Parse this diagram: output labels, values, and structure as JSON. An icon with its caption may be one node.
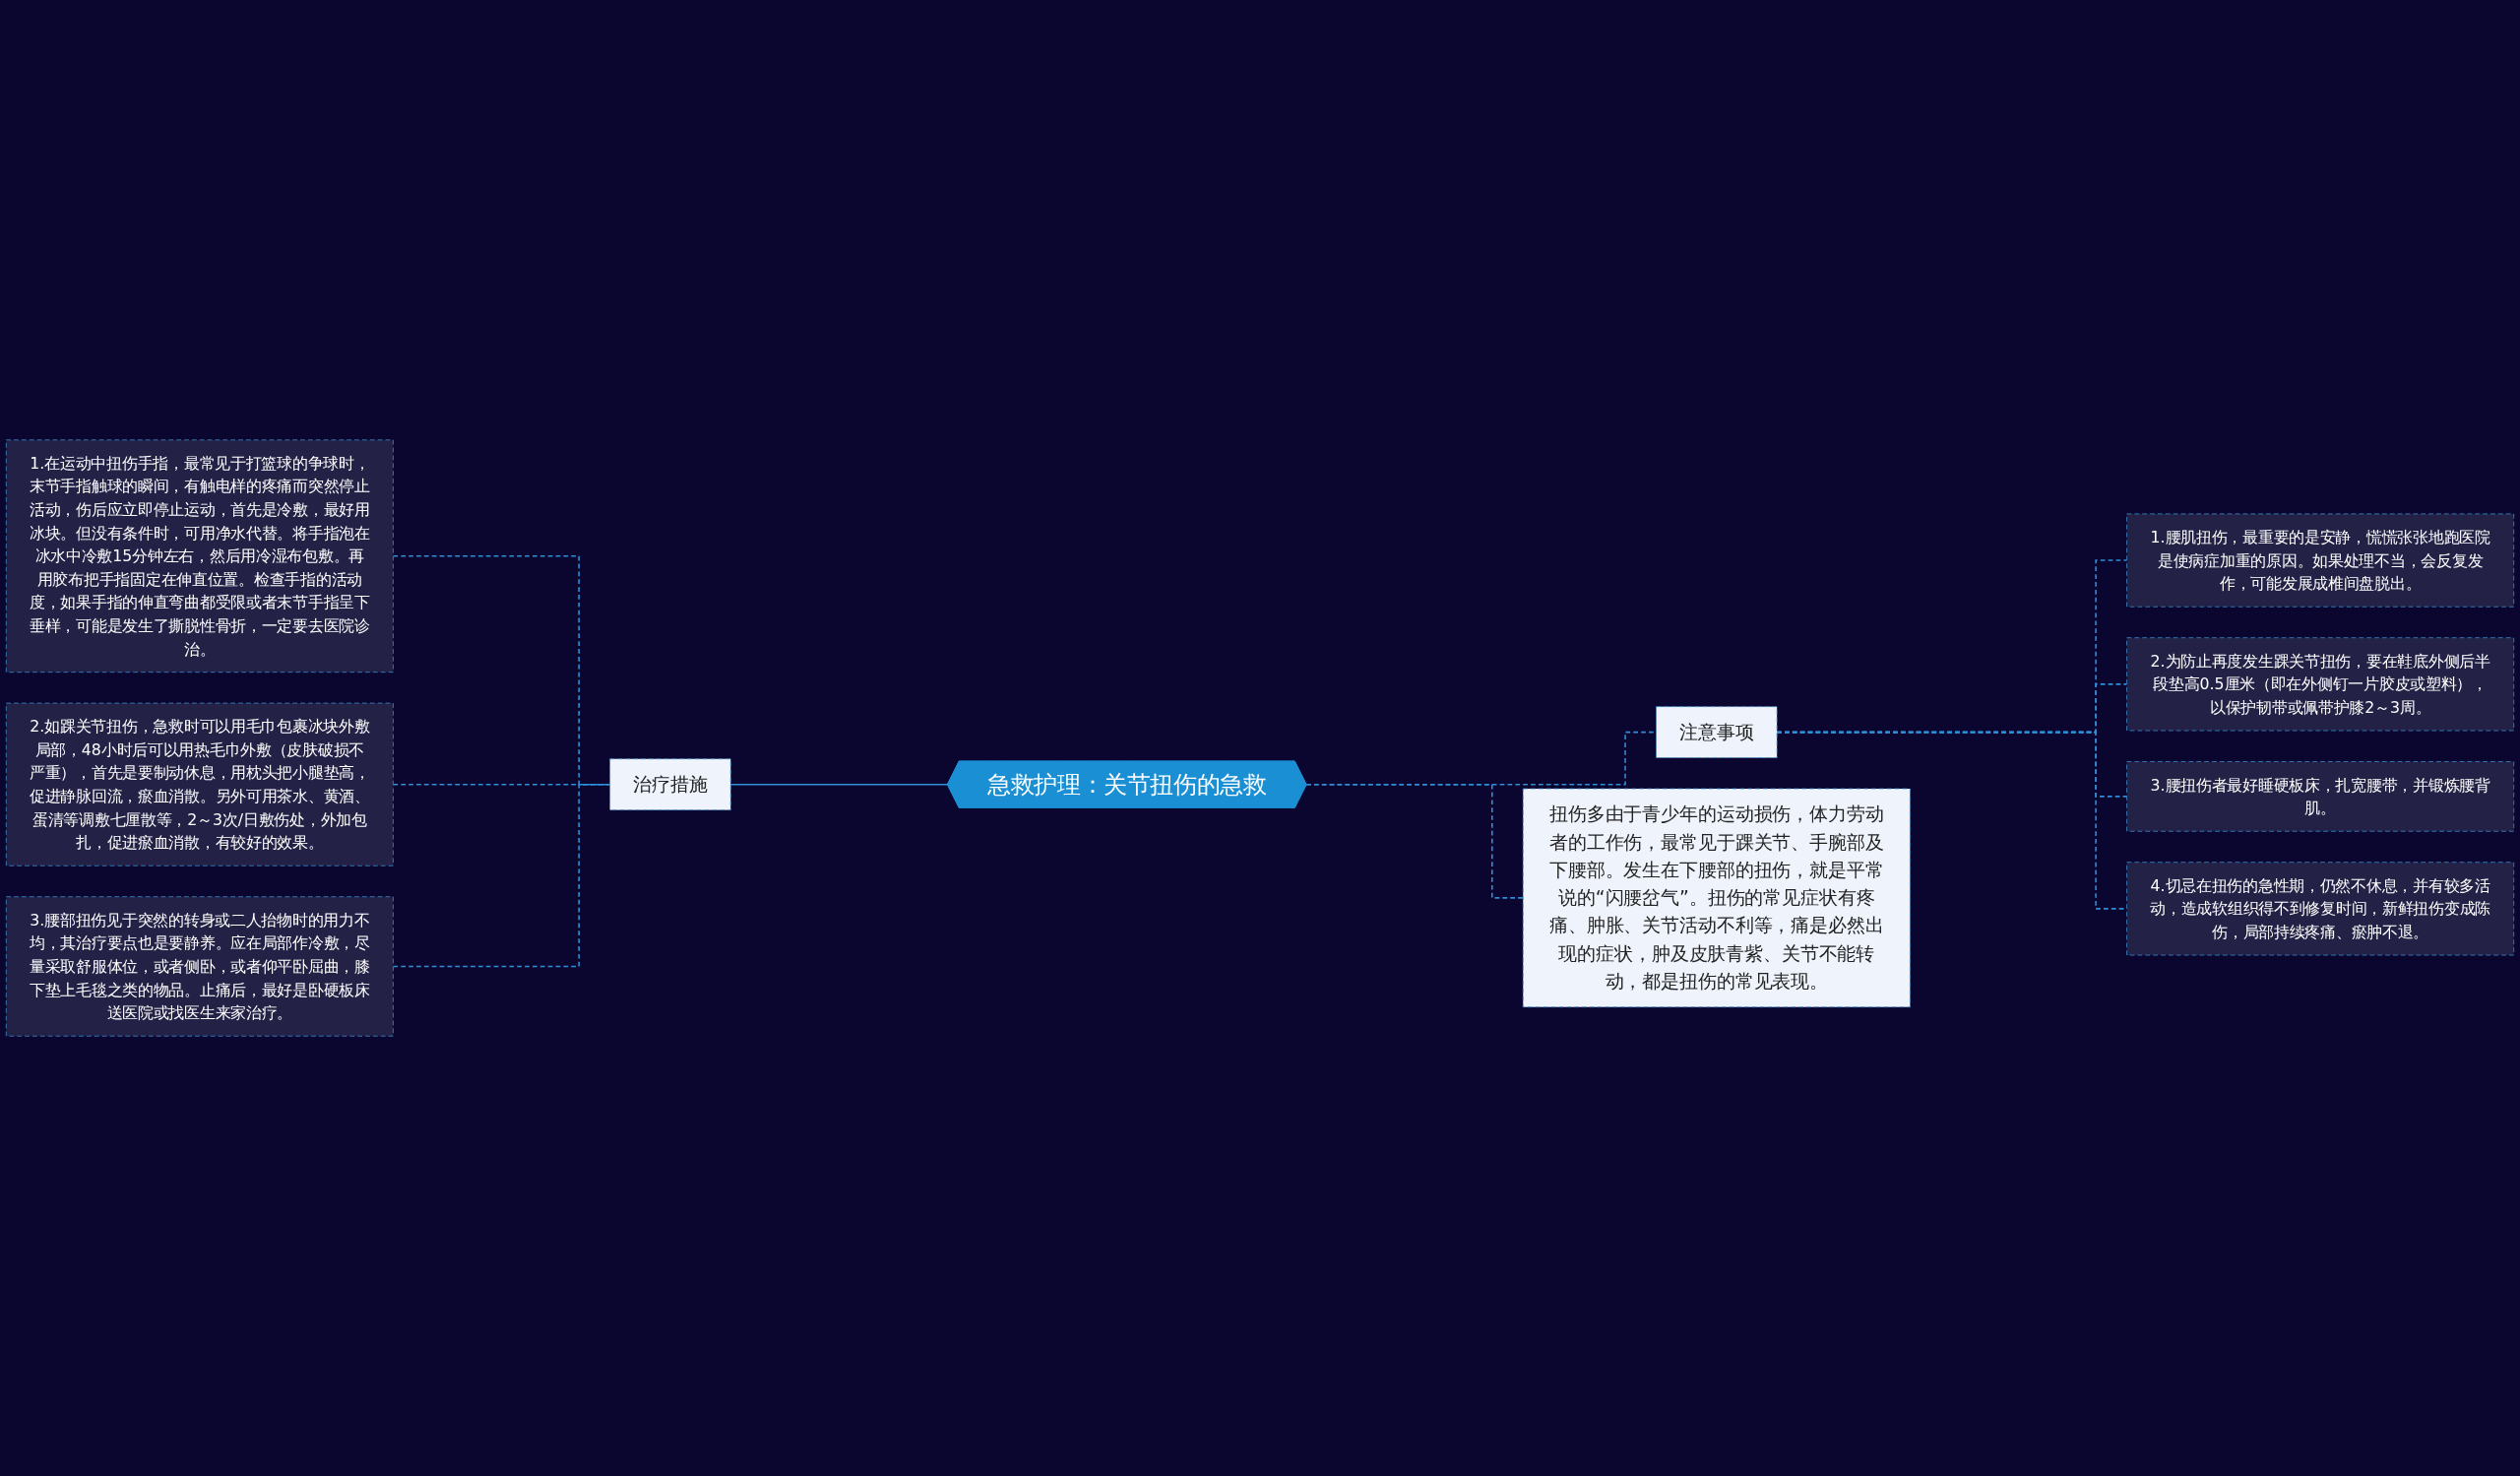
{
  "diagram": {
    "nodes": [
      {
        "text": [
          "急救护理：关节扭伤的急救"
        ]
      },
      {
        "text": [
          "治疗措施"
        ]
      },
      {
        "text": [
          "1.在运动中扭伤手指，最常见于打篮球的争球时，末节手指触球的瞬间，有触电样的疼痛而突然停止活动，伤后应立即停止运动，首先是冷敷，最好用冰块。但没有条件时，可用净水代替。将手指泡在冰水中冷敷15分钟左右，然后用冷湿布包敷。再用胶布把手指固定在伸直位置。检查手指的活动度，如果手指的伸直弯曲都受限或者末节手指呈下垂样，可能是发生了撕脱性骨折，一定要去医院诊治。"
        ]
      },
      {
        "text": [
          "2.如踝关节扭伤，急救时可以用毛巾包裹冰块外敷局部，48小时后可以用热毛巾外敷（皮肤破损不严重），首先是要制动休息，用枕头把小腿垫高，促进静脉回流，瘀血消散。另外可用茶水、黄酒、蛋清等调敷七厘散等，2～3次/日敷伤处，外加包扎，促进瘀血消散，有较好的效果。"
        ]
      },
      {
        "text": [
          "3.腰部扭伤见于突然的转身或二人抬物时的用力不均，其治疗要点也是要静养。应在局部作冷敷，尽量采取舒服体位，或者侧卧，或者仰平卧屈曲，膝下垫上毛毯之类的物品。止痛后，最好是卧硬板床送医院或找医生来家治疗。"
        ]
      },
      {
        "text": [
          "扭伤多由于青少年的运动损伤，体力劳动者的工作伤，最常见于踝关节、手腕部及下腰部。发生在下腰部的扭伤，就是平常说的“闪腰岔气”。扭伤的常见症状有疼痛、肿胀、关节活动不利等，痛是必然出现的症状，肿及皮肤青紫、关节不能转动，都是扭伤的常见表现。"
        ]
      },
      {
        "text": [
          "注意事项"
        ]
      },
      {
        "text": [
          "1.腰肌扭伤，最重要的是安静，慌慌张张地跑医院是使病症加重的原因。如果处理不当，会反复发作，可能发展成椎间盘脱出。"
        ]
      },
      {
        "text": [
          "2.为防止再度发生踝关节扭伤，要在鞋底外侧后半段垫高0.5厘米（即在外侧钉一片胶皮或塑料），以保护韧带或佩带护膝2～3周。"
        ]
      },
      {
        "text": [
          "3.腰扭伤者最好睡硬板床，扎宽腰带，并锻炼腰背肌。"
        ]
      },
      {
        "text": [
          "4.切忌在扭伤的急性期，仍然不休息，并有较多活动，造成软组织得不到修复时间，新鲜扭伤变成陈伤，局部持续疼痛、瘀肿不退。"
        ]
      }
    ],
    "edges": [
      {
        "from": 1,
        "to": 0,
        "arrow": "none"
      },
      {
        "from": 2,
        "to": 1,
        "arrow": "none",
        "style": "dashed"
      },
      {
        "from": 3,
        "to": 1,
        "arrow": "none",
        "style": "dashed"
      },
      {
        "from": 4,
        "to": 1,
        "arrow": "none",
        "style": "dashed"
      },
      {
        "from": 0,
        "to": 5,
        "arrow": "none",
        "style": "dashed"
      },
      {
        "from": 0,
        "to": 6,
        "arrow": "none",
        "style": "dashed"
      },
      {
        "from": 6,
        "to": 7,
        "arrow": "none",
        "style": "dashed"
      },
      {
        "from": 6,
        "to": 8,
        "arrow": "none",
        "style": "dashed"
      },
      {
        "from": 6,
        "to": 9,
        "arrow": "none",
        "style": "dashed"
      },
      {
        "from": 6,
        "to": 10,
        "arrow": "none",
        "style": "dashed"
      }
    ]
  }
}
